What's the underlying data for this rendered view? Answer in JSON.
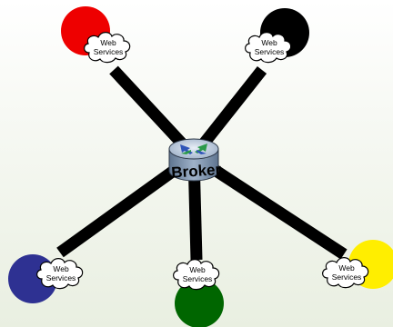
{
  "hub": {
    "label": "Broker"
  },
  "nodes": [
    {
      "id": "top-left",
      "color": "#ee0000",
      "line1": "Web",
      "line2": "Services"
    },
    {
      "id": "top-right",
      "color": "#000000",
      "line1": "Web",
      "line2": "Services"
    },
    {
      "id": "bottom-left",
      "color": "#2e3192",
      "line1": "Web",
      "line2": "Services"
    },
    {
      "id": "bottom-center",
      "color": "#006600",
      "line1": "Web",
      "line2": "Services"
    },
    {
      "id": "bottom-right",
      "color": "#ffee00",
      "line1": "Web",
      "line2": "Services"
    }
  ],
  "colors": {
    "connector": "#000000",
    "router_body": "#8a9db5",
    "router_top": "#c9d6e6"
  },
  "icons": [
    "router-icon",
    "cloud-icon"
  ]
}
